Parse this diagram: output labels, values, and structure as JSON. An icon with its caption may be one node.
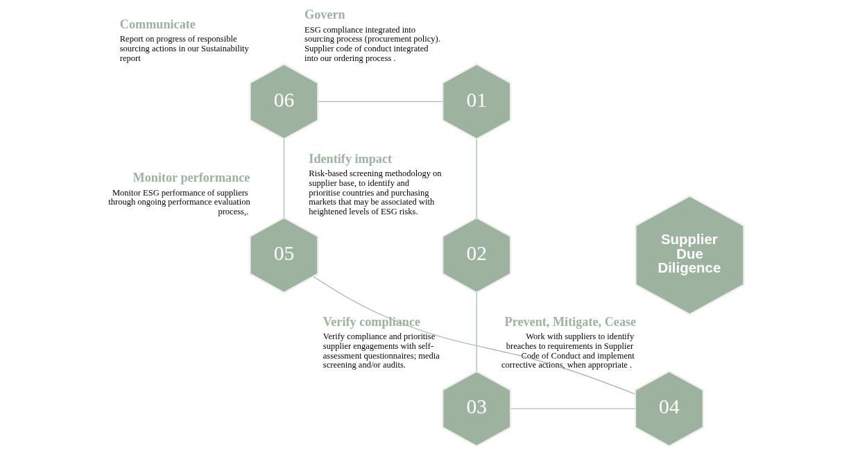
{
  "diagram": {
    "nodes": [
      {
        "text": [
          "Supplier Due Diligence"
        ]
      },
      {
        "text": [
          "01"
        ],
        "beside": [
          "Govern",
          "ESG compliance integrated into sourcing process (procurement policy).  Supplier code of conduct integrated into our ordering process ."
        ]
      },
      {
        "text": [
          "02"
        ],
        "beside": [
          "Identify impact",
          "Risk-based screening methodology on supplier base, to identify and prioritise countries and purchasing markets that may be associated with heightened levels of ESG risks."
        ]
      },
      {
        "text": [
          "03"
        ],
        "beside": [
          "Verify compliance",
          "Verify compliance and prioritise supplier engagements with self-assessment questionnaires; media screening and/or audits."
        ]
      },
      {
        "text": [
          "04"
        ],
        "beside": [
          "Prevent, Mitigate, Cease",
          "Work with suppliers to identify breaches to requirements in Supplier Code of Conduct and implement corrective actions, when appropriate ."
        ]
      },
      {
        "text": [
          "05"
        ],
        "beside": [
          "Monitor performance",
          "Monitor ESG performance of suppliers through ongoing performance evaluation process,."
        ]
      },
      {
        "text": [
          "06"
        ],
        "beside": [
          "Communicate",
          "Report on progress of responsible sourcing actions in our Sustainability report"
        ]
      }
    ],
    "edges": [
      {
        "from": 1,
        "to": 2,
        "arrow": "none"
      },
      {
        "from": 2,
        "to": 3,
        "arrow": "none"
      },
      {
        "from": 3,
        "to": 4,
        "arrow": "none"
      },
      {
        "from": 4,
        "to": 5,
        "arrow": "none"
      },
      {
        "from": 5,
        "to": 6,
        "arrow": "none"
      },
      {
        "from": 6,
        "to": 1,
        "arrow": "none"
      }
    ]
  }
}
